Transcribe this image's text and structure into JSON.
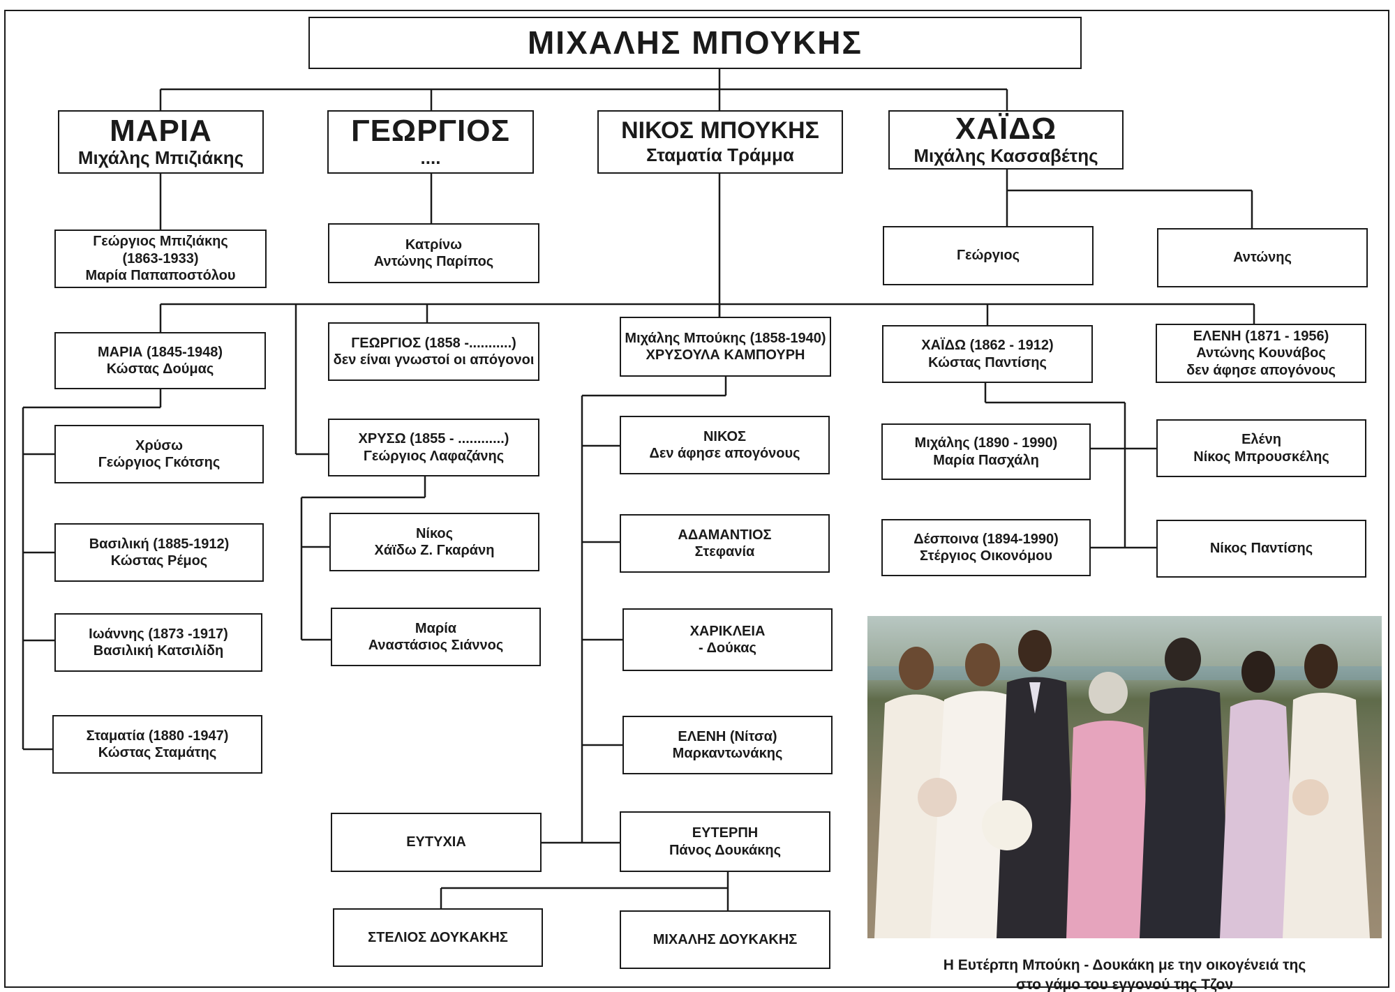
{
  "title": "ΜΙΧΑΛΗΣ ΜΠΟΥΚΗΣ",
  "children": {
    "maria": {
      "name": "ΜΑΡΙΑ",
      "spouse": "Μιχάλης Μπιζιάκης"
    },
    "georgios": {
      "name": "ΓΕΩΡΓΙΟΣ",
      "spouse": "...."
    },
    "nikos": {
      "name": "ΝΙΚΟΣ ΜΠΟΥΚΗΣ",
      "spouse": "Σταματία Τράμμα"
    },
    "chaido": {
      "name": "ΧΑΪΔΩ",
      "spouse": "Μιχάλης Κασσαβέτης"
    }
  },
  "grandchildren": {
    "georgios_mpiziakis": {
      "line1": "Γεώργιος Μπιζιάκης",
      "line2": "(1863-1933)",
      "line3": "Μαρία Παπαποστόλου"
    },
    "katrino": {
      "line1": "Κατρίνω",
      "line2": "Αντώνης Παρίπος"
    },
    "georgios_k": {
      "line1": "Γεώργιος"
    },
    "antonis_k": {
      "line1": "Αντώνης"
    }
  },
  "nikos_children": {
    "maria": {
      "line1": "ΜΑΡΙΑ  (1845-1948)",
      "line2": "Κώστας Δούμας"
    },
    "georgios": {
      "line1": "ΓΕΩΡΓΙΟΣ (1858 -...........)",
      "line2": "δεν είναι γνωστοί οι απόγονοι"
    },
    "chryso": {
      "line1": "ΧΡΥΣΩ (1855 - ............)",
      "line2": "Γεώργιος Λαφαζάνης"
    },
    "michalis": {
      "line1": "Μιχάλης Μπούκης (1858-1940)",
      "line2": "ΧΡΥΣΟΥΛΑ ΚΑΜΠΟΥΡΗ"
    },
    "chaido": {
      "line1": "ΧΑΪΔΩ (1862 - 1912)",
      "line2": "Κώστας Παντίσης"
    },
    "eleni": {
      "line1": "ΕΛΕΝΗ (1871 - 1956)",
      "line2": "Αντώνης Κουνάβος",
      "line3": "δεν άφησε απογόνους"
    }
  },
  "maria_children": [
    {
      "line1": "Χρύσω",
      "line2": "Γεώργιος Γκότσης"
    },
    {
      "line1": "Βασιλική (1885-1912)",
      "line2": "Κώστας Ρέμος"
    },
    {
      "line1": "Ιωάννης (1873 -1917)",
      "line2": "Βασιλική Κατσιλίδη"
    },
    {
      "line1": "Σταματία (1880 -1947)",
      "line2": "Κώστας Σταμάτης"
    }
  ],
  "chryso_children": [
    {
      "line1": "Νίκος",
      "line2": "Χάϊδω Ζ. Γκαράνη"
    },
    {
      "line1": "Μαρία",
      "line2": "Αναστάσιος Σιάννος"
    }
  ],
  "michalis_children": [
    {
      "line1": "ΝΙΚΟΣ",
      "line2": "Δεν άφησε απογόνους"
    },
    {
      "line1": "ΑΔΑΜΑΝΤΙΟΣ",
      "line2": "Στεφανία"
    },
    {
      "line1": "ΧΑΡΙΚΛΕΙΑ",
      "line2": "-    Δούκας"
    },
    {
      "line1": "ΕΛΕΝΗ (Νίτσα)",
      "line2": "Μαρκαντωνάκης"
    },
    {
      "line1": "ΕΥΤΕΡΠΗ",
      "line2": "Πάνος Δουκάκης"
    }
  ],
  "eftychia": "ΕΥΤΥΧΙΑ",
  "efterpi_children": [
    "ΣΤΕΛΙΟΣ ΔΟΥΚΑΚΗΣ",
    "ΜΙΧΑΛΗΣ ΔΟΥΚΑΚΗΣ"
  ],
  "chaido_children": [
    {
      "line1": "Μιχάλης (1890 - 1990)",
      "line2": "Μαρία Πασχάλη"
    },
    {
      "line1": "Δέσποινα (1894-1990)",
      "line2": "Στέργιος Οικονόμου"
    },
    {
      "line1": "Ελένη",
      "line2": "Νίκος Μπρουσκέλης"
    },
    {
      "line1": "Νίκος Παντίσης"
    }
  ],
  "caption": {
    "line1": "Η Ευτέρπη Μπούκη - Δουκάκη με την οικογένειά της",
    "line2": "στο γάμο του εγγονού της Τζον"
  }
}
